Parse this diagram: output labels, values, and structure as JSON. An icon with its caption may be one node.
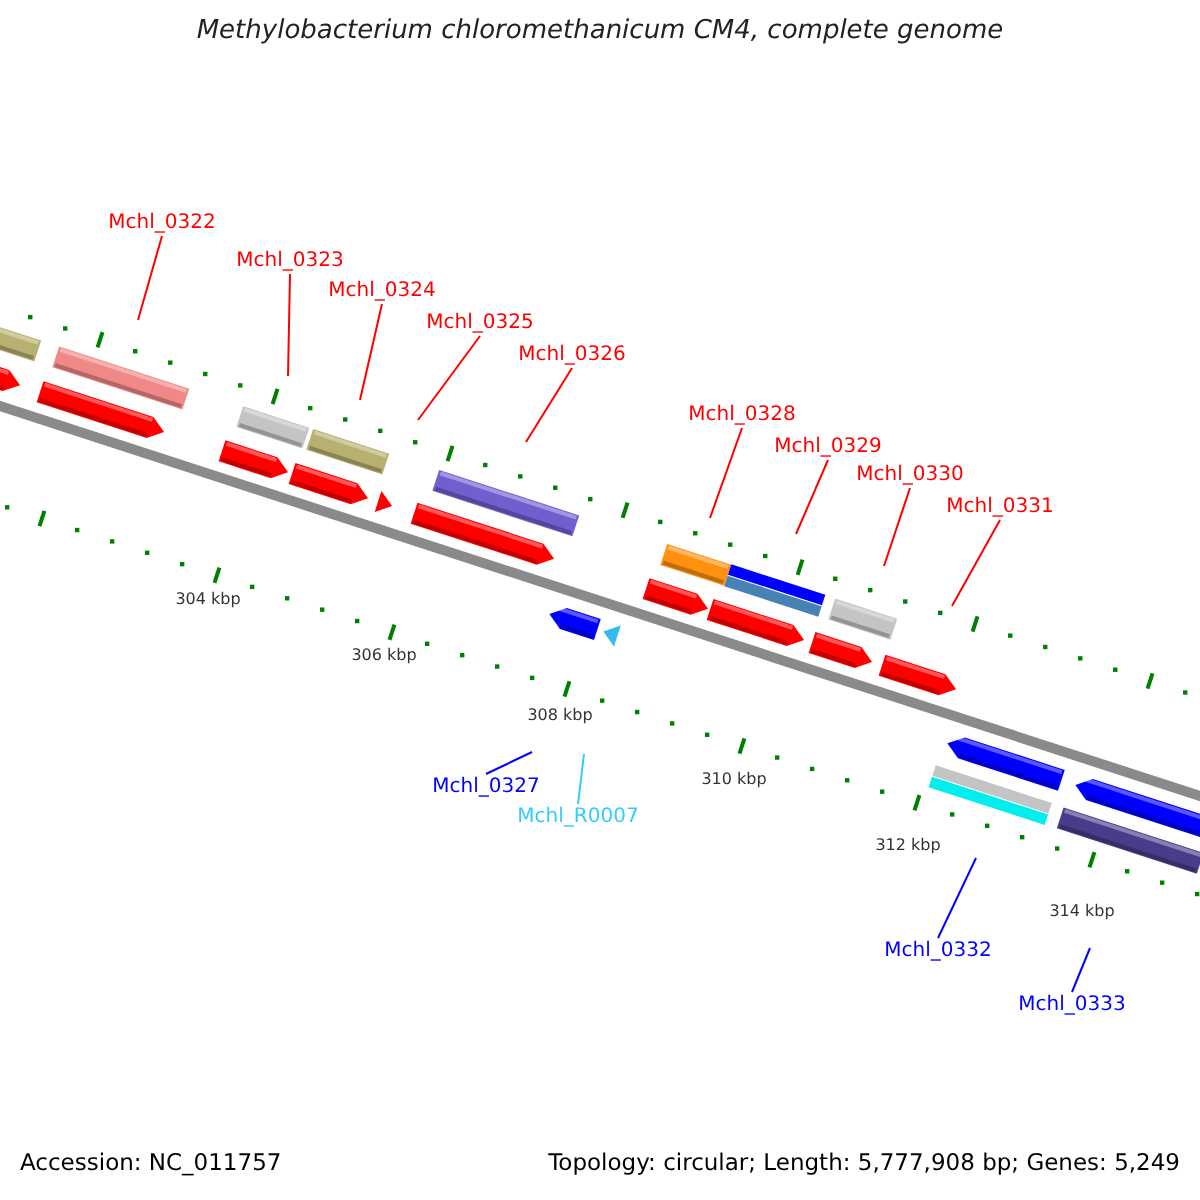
{
  "diagram": {
    "title": "Methylobacterium chloromethanicum CM4, complete genome",
    "nodes": [
      {
        "text": [
          "Mchl_0322"
        ]
      },
      {
        "text": [
          "Mchl_0323"
        ]
      },
      {
        "text": [
          "Mchl_0324"
        ]
      },
      {
        "text": [
          "Mchl_0325"
        ]
      },
      {
        "text": [
          "Mchl_0326"
        ]
      },
      {
        "text": [
          "Mchl_0328"
        ]
      },
      {
        "text": [
          "Mchl_0329"
        ]
      },
      {
        "text": [
          "Mchl_0330"
        ]
      },
      {
        "text": [
          "Mchl_0331"
        ]
      },
      {
        "text": [
          "Mchl_0327"
        ]
      },
      {
        "text": [
          "Mchl_R0007"
        ]
      },
      {
        "text": [
          "Mchl_0332"
        ]
      },
      {
        "text": [
          "Mchl_0333"
        ]
      }
    ],
    "edges": [
      {
        "from": 0,
        "to": null,
        "arrow": "none"
      },
      {
        "from": 1,
        "to": null,
        "arrow": "none"
      },
      {
        "from": 2,
        "to": null,
        "arrow": "none"
      },
      {
        "from": 3,
        "to": null,
        "arrow": "none"
      },
      {
        "from": 4,
        "to": null,
        "arrow": "none"
      },
      {
        "from": 5,
        "to": null,
        "arrow": "none"
      },
      {
        "from": 6,
        "to": null,
        "arrow": "none"
      },
      {
        "from": 7,
        "to": null,
        "arrow": "none"
      },
      {
        "from": 8,
        "to": null,
        "arrow": "none"
      },
      {
        "from": 9,
        "to": null,
        "arrow": "none",
        "color": "#0000ff"
      },
      {
        "from": 10,
        "to": null,
        "arrow": "none",
        "color": "#33ccff"
      },
      {
        "from": 11,
        "to": null,
        "arrow": "none",
        "color": "#0000ff"
      },
      {
        "from": 12,
        "to": null,
        "arrow": "none",
        "color": "#0000ff"
      }
    ],
    "labels": [
      "304 kbp",
      "306 kbp",
      "308 kbp",
      "310 kbp",
      "312 kbp",
      "314 kbp",
      "Accession: NC_011757",
      "Topology: circular; Length: 5,777,908 bp; Genes: 5,249"
    ]
  }
}
